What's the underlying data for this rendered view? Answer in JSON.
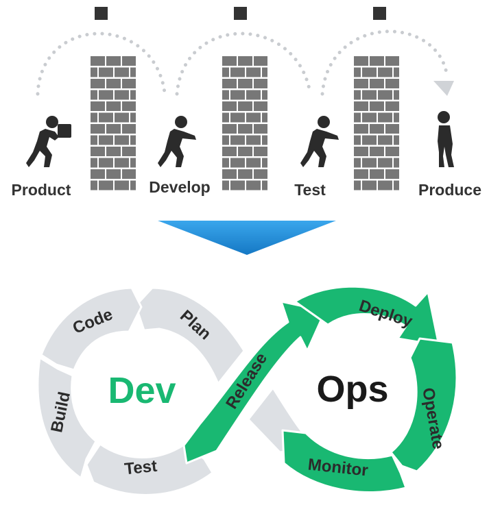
{
  "colors": {
    "dev_green": "#19b872",
    "ops_dark": "#1a1a1a",
    "segment_grey": "#dde0e4",
    "segment_green": "#19b872",
    "brick": "#777777",
    "figure": "#2b2b2b",
    "arrow_blue": "#1e8fd8"
  },
  "top": {
    "stages": [
      {
        "label": "Product"
      },
      {
        "label": "Develop"
      },
      {
        "label": "Test"
      },
      {
        "label": "Produce"
      }
    ]
  },
  "devops": {
    "dev_label": "Dev",
    "ops_label": "Ops",
    "segments": {
      "code": "Code",
      "plan": "Plan",
      "build": "Build",
      "test": "Test",
      "release": "Release",
      "deploy": "Deploy",
      "operate": "Operate",
      "monitor": "Monitor"
    }
  }
}
